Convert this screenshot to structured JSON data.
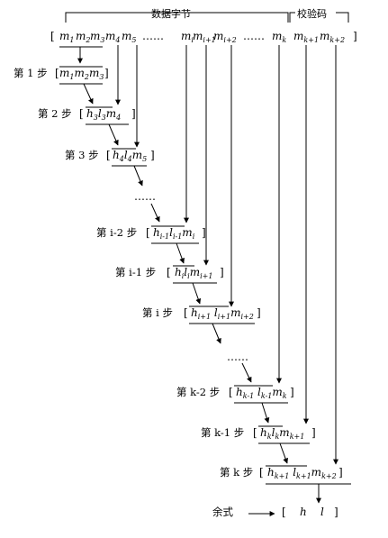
{
  "header": {
    "data_bytes_label": "数据字节",
    "check_code_label": "校验码"
  },
  "message_row": {
    "open_bracket": "[",
    "close_bracket": "]",
    "ellipsis_left": "……",
    "ellipsis_right": "……"
  },
  "steps": {
    "s1": "第 1 步",
    "s2": "第 2 步",
    "s3": "第 3 步",
    "si2": "第 i-2 步",
    "si1": "第 i-1 步",
    "si": "第 i 步",
    "sk2": "第 k-2 步",
    "sk1": "第 k-1 步",
    "sk": "第 k 步"
  },
  "ellipses": {
    "mid1": "……",
    "mid2": "……"
  },
  "result": {
    "label": "余式",
    "h": "h",
    "l": "l"
  }
}
